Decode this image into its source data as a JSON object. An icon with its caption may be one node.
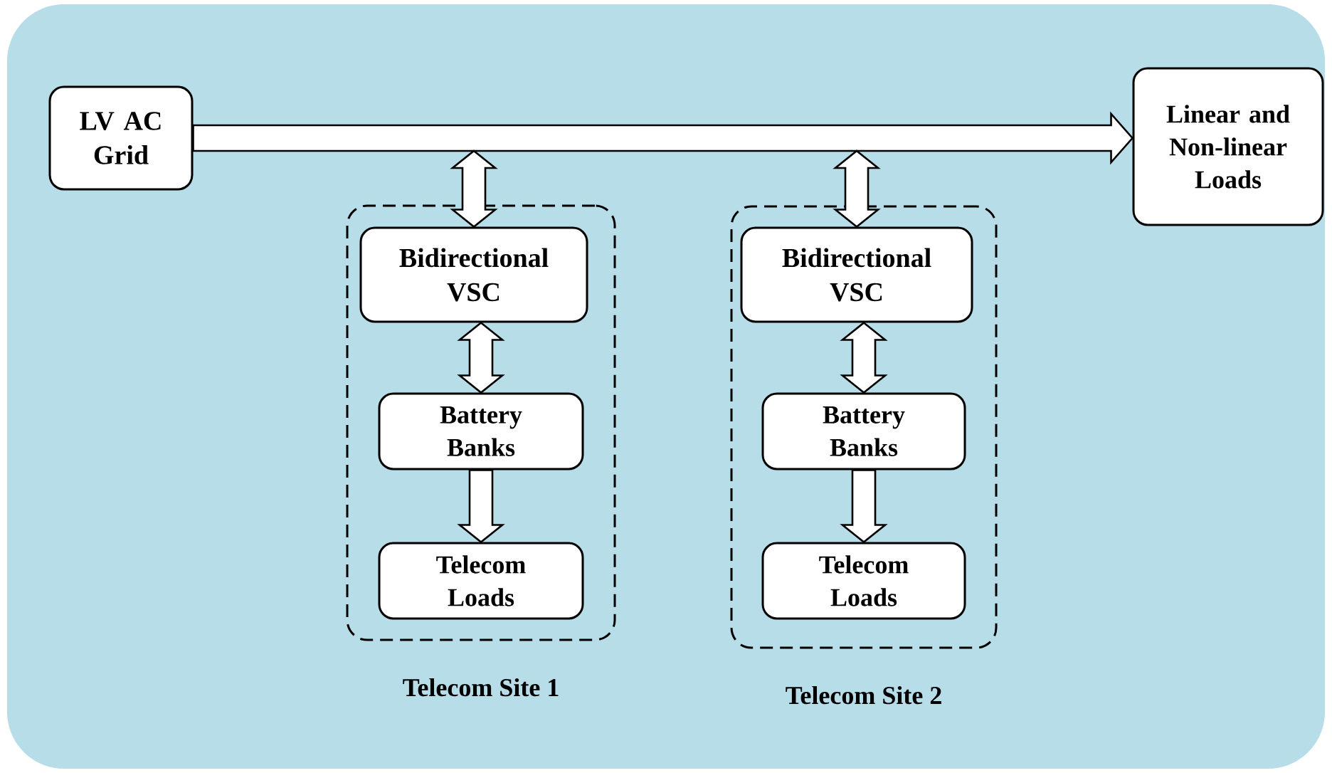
{
  "diagram": {
    "nodes": [
      {
        "text": [
          "LV AC Grid"
        ]
      },
      {
        "text": [
          "Linear and Non-linear Loads"
        ]
      },
      {
        "text": [],
        "shape": "box",
        "beside": [
          "Telecom Site 1"
        ]
      },
      {
        "text": [
          "Bidirectional VSC"
        ],
        "in": 2
      },
      {
        "text": [
          "Battery Banks"
        ],
        "in": 2
      },
      {
        "text": [
          "Telecom Loads"
        ],
        "in": 2
      },
      {
        "text": [],
        "shape": "box",
        "beside": [
          "Telecom Site 2"
        ]
      },
      {
        "text": [
          "Bidirectional VSC"
        ],
        "in": 6
      },
      {
        "text": [
          "Battery Banks"
        ],
        "in": 6
      },
      {
        "text": [
          "Telecom Loads"
        ],
        "in": 6
      }
    ],
    "edges": [
      {
        "from": 0,
        "to": 1,
        "arrow": "to"
      },
      {
        "from": null,
        "to": 3,
        "arrow": "both"
      },
      {
        "from": 3,
        "to": 4,
        "arrow": "both"
      },
      {
        "from": 4,
        "to": 5,
        "arrow": "to"
      },
      {
        "from": null,
        "to": 7,
        "arrow": "both"
      },
      {
        "from": 7,
        "to": 8,
        "arrow": "both"
      },
      {
        "from": 8,
        "to": 9,
        "arrow": "to"
      }
    ]
  }
}
